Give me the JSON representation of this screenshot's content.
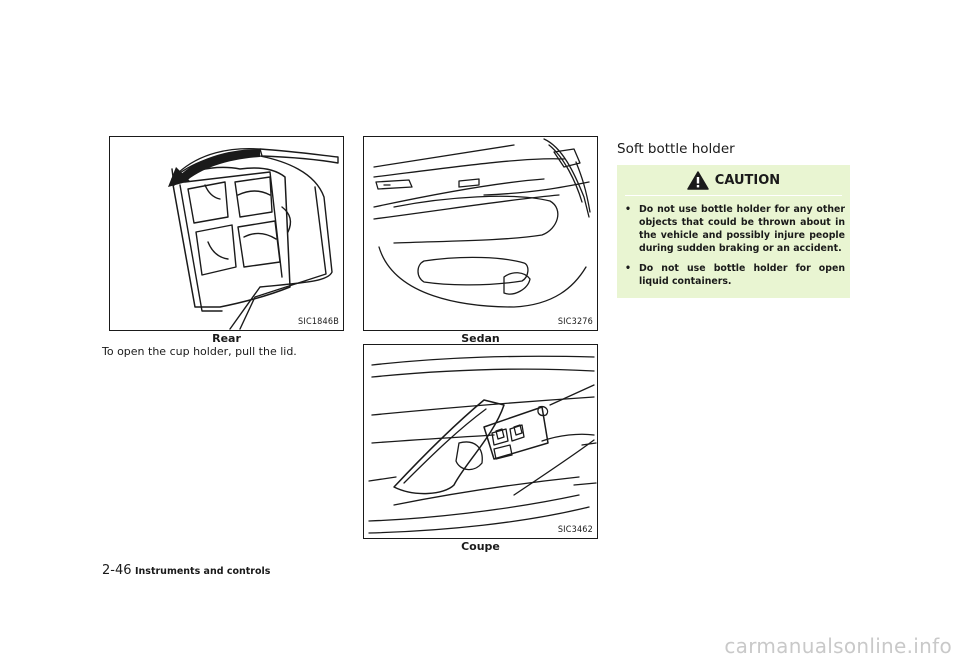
{
  "figures": [
    {
      "code": "SIC1846B",
      "caption": "Rear"
    },
    {
      "code": "SIC3276",
      "caption": "Sedan"
    },
    {
      "code": "SIC3462",
      "caption": "Coupe"
    }
  ],
  "body_text": "To open the cup holder, pull the lid.",
  "section_title": "Soft bottle holder",
  "caution": {
    "label": "CAUTION",
    "items": [
      "Do not use bottle holder for any other objects that could be thrown about in the vehicle and possibly injure people during sudden braking or an accident.",
      "Do not use bottle holder for open liquid containers."
    ],
    "bullet": "•"
  },
  "footer": {
    "page_number": "2-46",
    "section": "Instruments and controls"
  },
  "watermark": "carmanualsonline.info",
  "colors": {
    "caution_bg": "#e9f5d2",
    "watermark": "#c9c9c9"
  },
  "icons": [
    "caution-triangle-icon"
  ]
}
